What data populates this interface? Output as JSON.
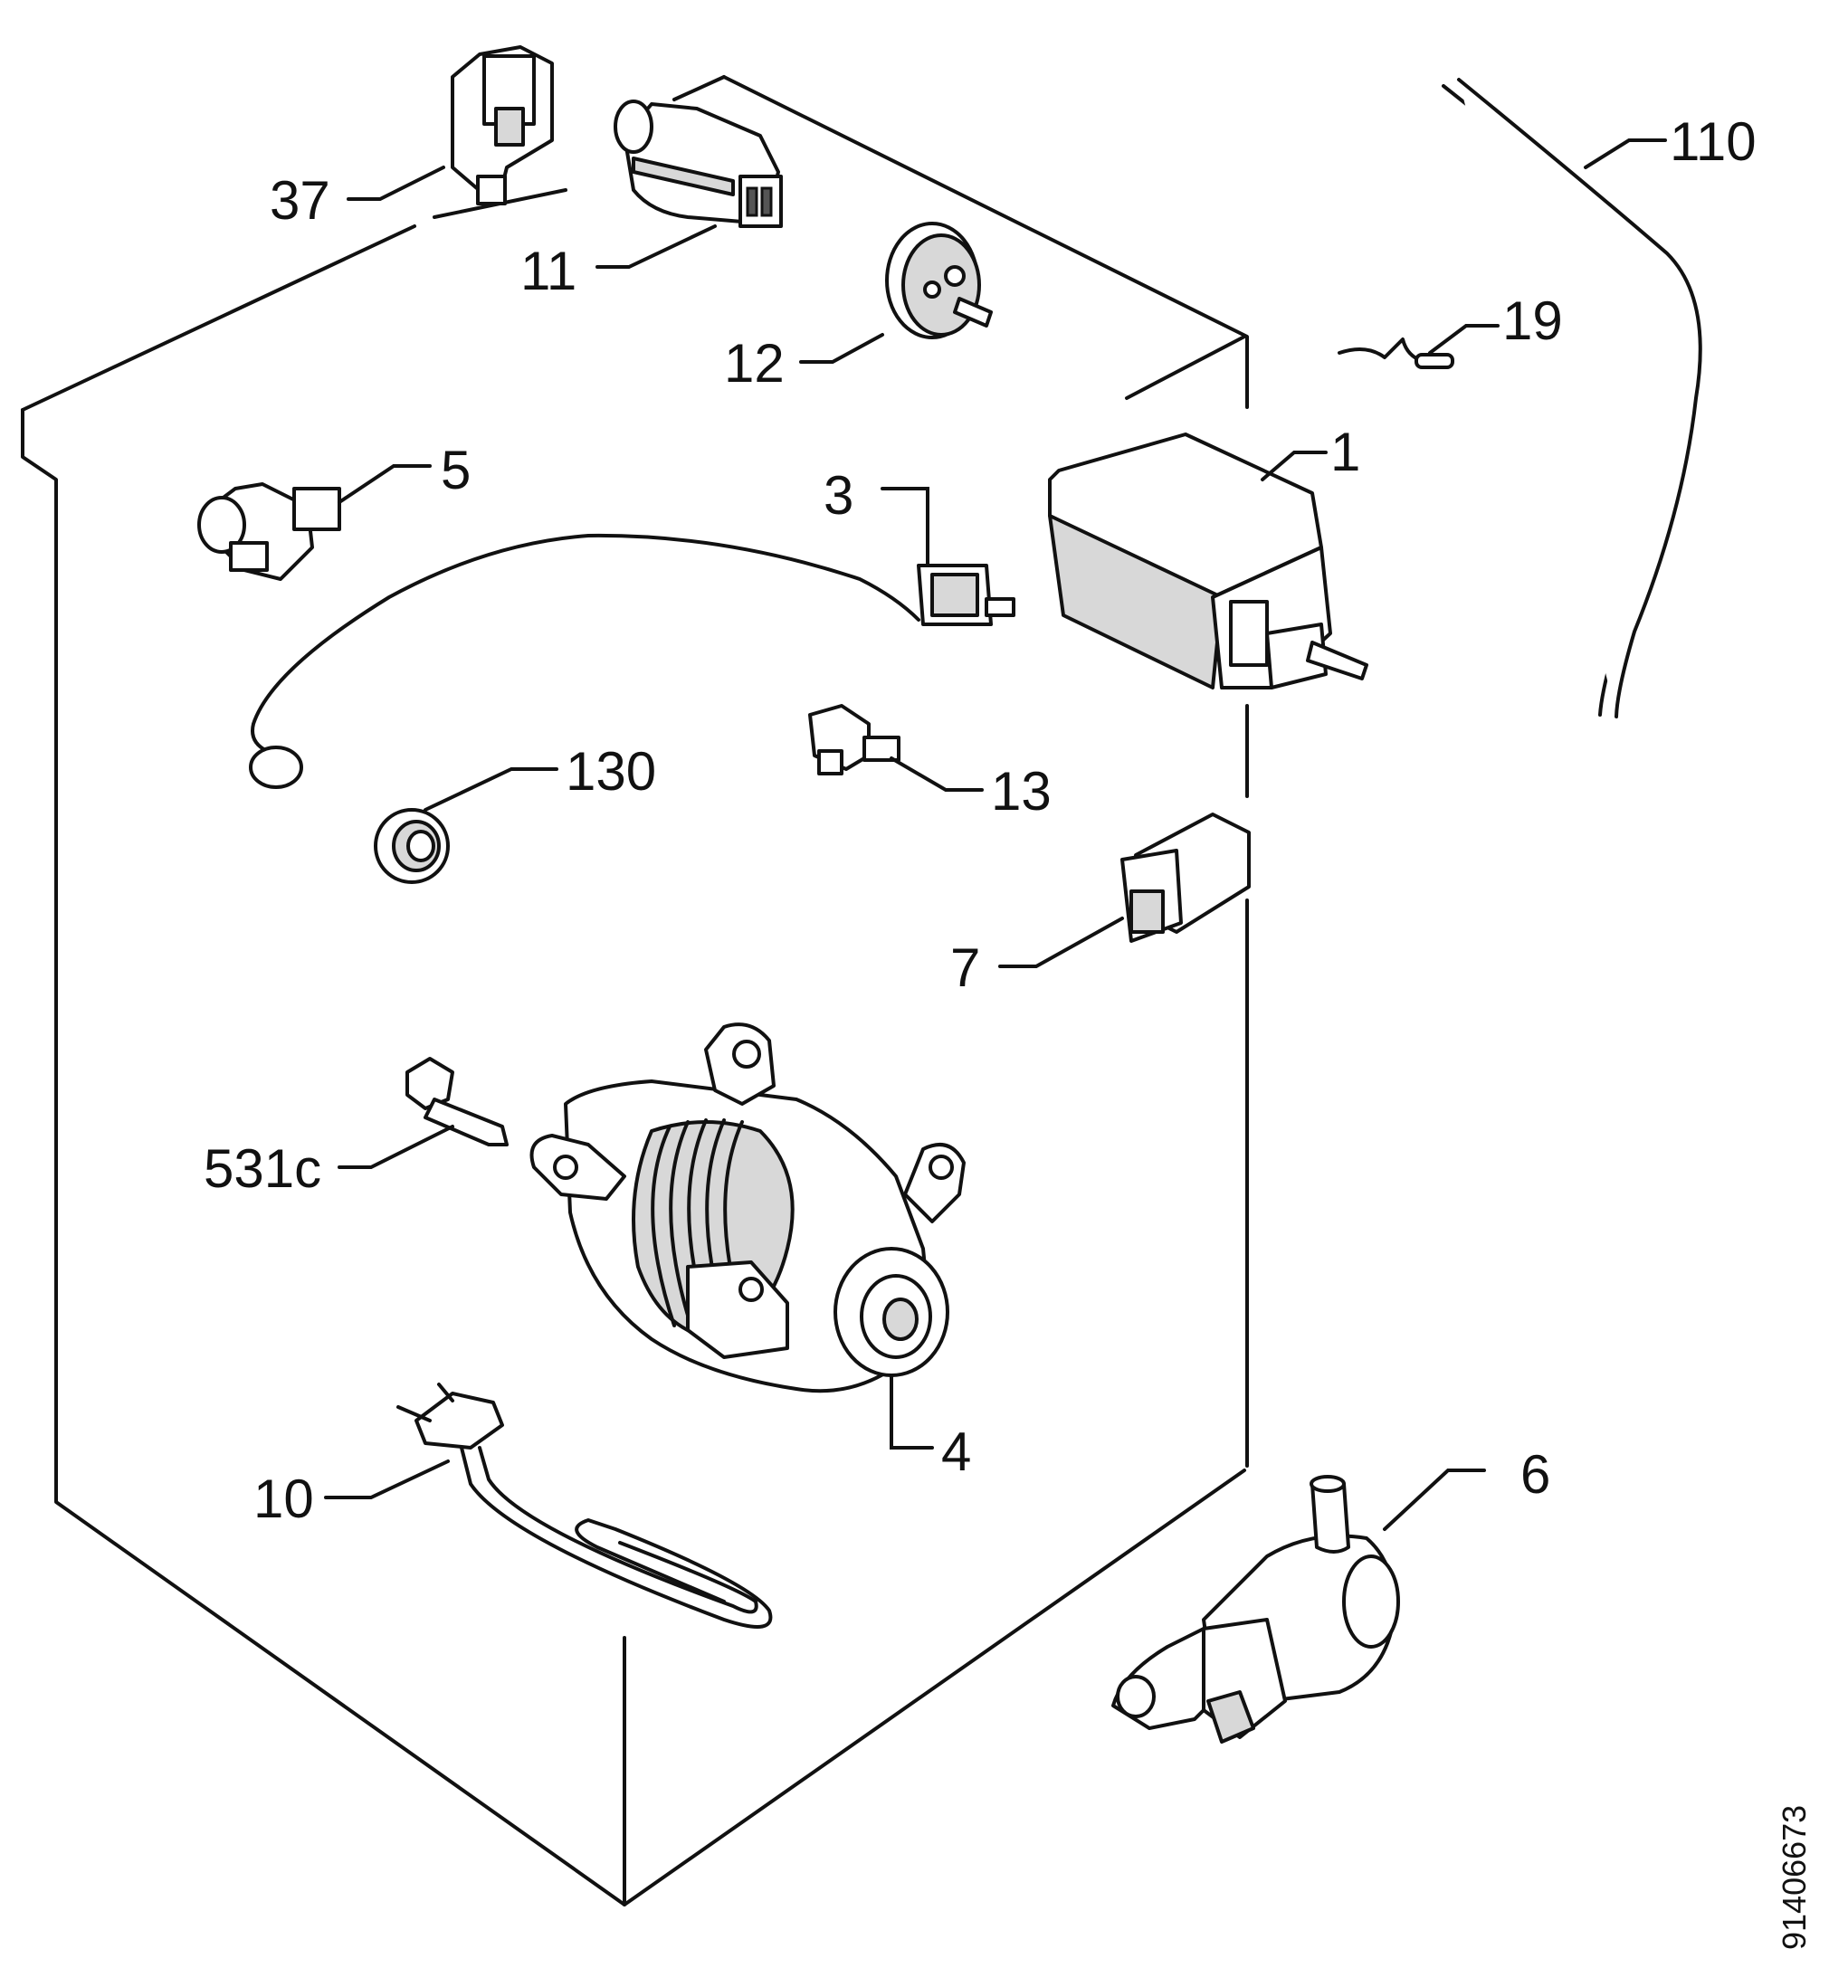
{
  "callouts": {
    "p37": "37",
    "p11": "11",
    "p12": "12",
    "p110": "110",
    "p19": "19",
    "p1": "1",
    "p5": "5",
    "p3": "3",
    "p130": "130",
    "p13": "13",
    "p7": "7",
    "p531c": "531c",
    "p4": "4",
    "p10": "10",
    "p6": "6"
  },
  "document_number": "91406673"
}
